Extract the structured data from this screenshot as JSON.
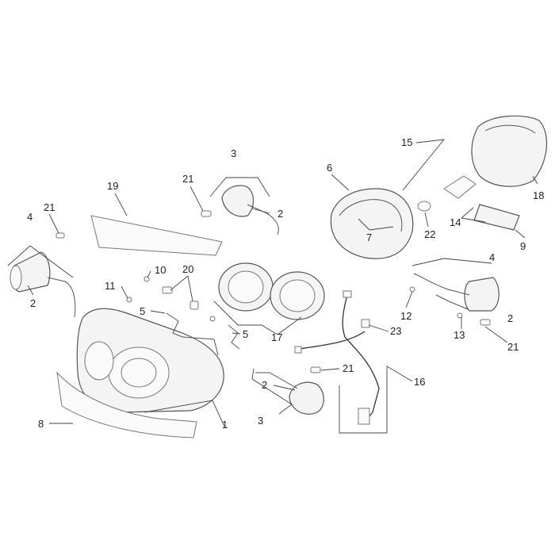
{
  "diagram": {
    "callouts": {
      "c1": "1",
      "c2a": "2",
      "c2b": "2",
      "c2c": "2",
      "c2d": "2",
      "c3a": "3",
      "c3b": "3",
      "c4a": "4",
      "c4b": "4",
      "c5a": "5",
      "c5b": "5",
      "c6": "6",
      "c7": "7",
      "c8": "8",
      "c9": "9",
      "c10": "10",
      "c11": "11",
      "c12": "12",
      "c13": "13",
      "c14": "14",
      "c15": "15",
      "c16": "16",
      "c17": "17",
      "c18": "18",
      "c19": "19",
      "c20": "20",
      "c21a": "21",
      "c21b": "21",
      "c21c": "21",
      "c21d": "21",
      "c22": "22",
      "c23": "23"
    }
  }
}
